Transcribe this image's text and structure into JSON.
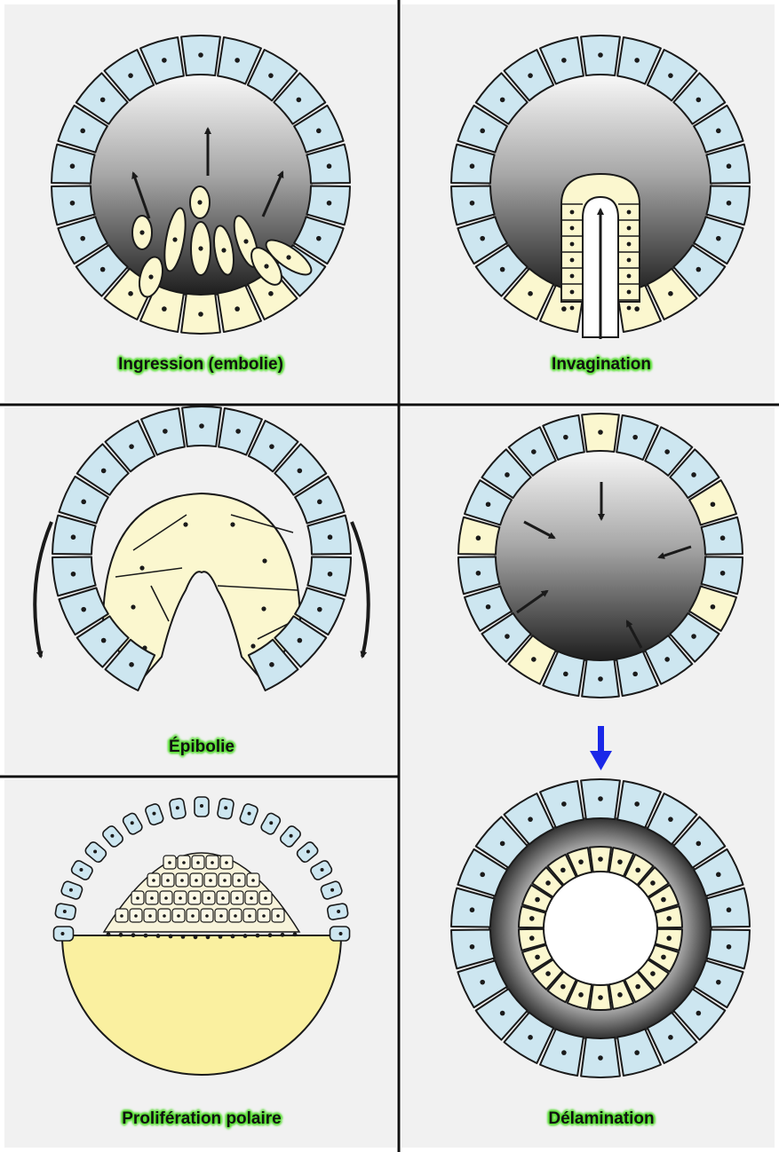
{
  "panels": {
    "ingression": {
      "label": "Ingression (embolie)"
    },
    "invagination": {
      "label": "Invagination"
    },
    "epibolie": {
      "label": "Épibolie"
    },
    "delamination_before": {
      "label": ""
    },
    "proliferation": {
      "label": "Prolifération polaire"
    },
    "delamination": {
      "label": "Délamination"
    }
  },
  "colors": {
    "panel_bg": "#f1f1f1",
    "ectoderm_cell": "#cde6f0",
    "endoderm_cell": "#fbf7cf",
    "yolk": "#faf0a0",
    "outline": "#1a1a1a",
    "label_glow": "#5ee03a",
    "transition_arrow": "#1a28e8"
  },
  "icons": {
    "motion_arrows": "black-arrow-icon",
    "transition": "blue-down-arrow-icon",
    "rotation": "curved-arrow-icon"
  }
}
